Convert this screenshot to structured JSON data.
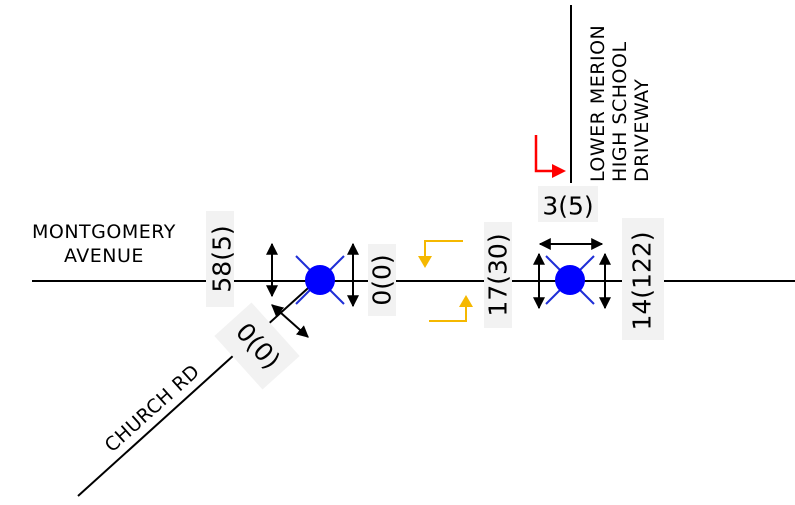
{
  "roads": {
    "montgomery_line1": "MONTGOMERY",
    "montgomery_line2": "AVENUE",
    "church": "CHURCH RD",
    "driveway_line1": "LOWER MERION",
    "driveway_line2": "HIGH SCHOOL",
    "driveway_line3": "DRIVEWAY"
  },
  "counts": {
    "montgomery_west": "58(5)",
    "church_rd": "0(0)",
    "between_west": "0(0)",
    "between_east": "17(30)",
    "driveway": "3(5)",
    "montgomery_east": "14(122)"
  },
  "colors": {
    "signal": "#0000ff",
    "signal_arms": "#1f2fd6",
    "turn_arrow": "#f5b800",
    "right_turn_arrow": "#ff0000",
    "line": "#000000"
  },
  "icons": {
    "signal": "signal-icon",
    "turn_arrow": "turn-arrow-icon"
  }
}
